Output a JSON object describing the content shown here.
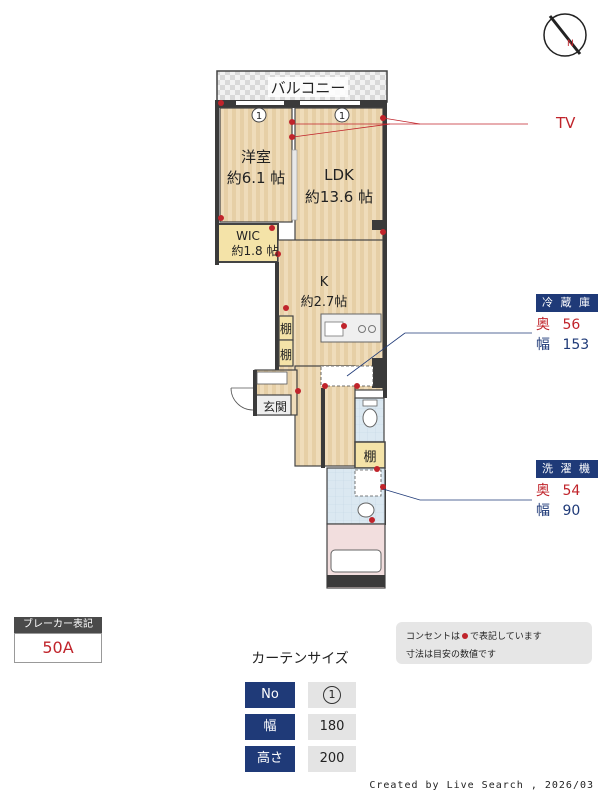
{
  "rooms": {
    "balcony": "バルコニー",
    "western_name": "洋室",
    "western_size": "約6.1 帖",
    "ldk_name": "LDK",
    "ldk_size": "約13.6 帖",
    "wic_name": "WIC",
    "wic_size": "約1.8 帖",
    "kitchen_name": "K",
    "kitchen_size": "約2.7帖",
    "shelf": "棚",
    "entrance": "玄関"
  },
  "curtain_marks": [
    "1",
    "1"
  ],
  "tv_label": "TV",
  "fridge": {
    "title": "冷 蔵 庫",
    "depth_label": "奥",
    "depth": "56",
    "width_label": "幅",
    "width": "153"
  },
  "washer": {
    "title": "洗 濯 機",
    "depth_label": "奥",
    "depth": "54",
    "width_label": "幅",
    "width": "90"
  },
  "breaker": {
    "label": "ブレーカー表記",
    "value": "50A"
  },
  "note": {
    "line1_pre": "コンセントは",
    "line1_post": "で表記しています",
    "line2": "寸法は目安の数値です"
  },
  "curtain": {
    "title": "カーテンサイズ",
    "rows": [
      {
        "head": "No",
        "value": "1"
      },
      {
        "head": "幅",
        "value": "180"
      },
      {
        "head": "高さ",
        "value": "200"
      }
    ]
  },
  "credit": "Created by Live Search , 2026/03",
  "colors": {
    "navy": "#1f3a78",
    "red": "#c0242b",
    "wood": "#ecd9b6",
    "wic": "#f4e3a8",
    "bath": "#dbe8f1"
  }
}
